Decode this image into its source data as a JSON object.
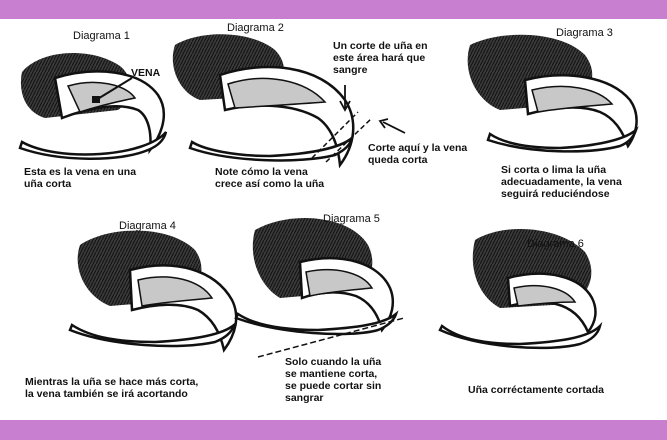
{
  "colors": {
    "border": "#c97fd0",
    "background": "#ffffff",
    "ink": "#111111",
    "vein": "#c8c8c8",
    "nail": "#ffffff"
  },
  "diagrams": [
    {
      "title": "Diagrama 1",
      "caption": "Esta es la vena en una\nuña corta"
    },
    {
      "title": "Diagrama 2",
      "caption": "Note cómo la vena\ncrece así como la uña"
    },
    {
      "title": "Diagrama 3",
      "caption": "Si corta o lima la uña\nadecuadamente, la vena\nseguirá reduciéndose"
    },
    {
      "title": "Diagrama 4",
      "caption": "Mientras la uña se hace más corta,\nla vena también se irá acortando"
    },
    {
      "title": "Diagrama 5",
      "caption": "Solo cuando la uña\nse mantiene corta,\nse puede cortar sin\nsangrar"
    },
    {
      "title": "Diagrama 6",
      "caption": "Uña corréctamente cortada"
    }
  ],
  "annotations": {
    "vena": "VENA",
    "bleed_warning": "Un corte de uña en\neste área hará que\nsangre",
    "cut_here": "Corte aquí y la vena\nqueda corta"
  }
}
